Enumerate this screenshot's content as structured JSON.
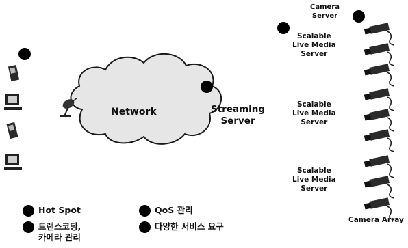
{
  "diagram": {
    "network_label": "Network",
    "streaming_server_label": "Streaming\nServer",
    "camera_server_label": "Camera\nServer",
    "scalable_server_labels": [
      "Scalable\nLive Media\nServer",
      "Scalable\nLive Media\nServer",
      "Scalable\nLive Media\nServer"
    ],
    "camera_array_label": "Camera Array"
  },
  "legend": [
    {
      "label": "Hot Spot"
    },
    {
      "label": "QoS 관리"
    },
    {
      "label": "트랜스코딩,\n카메라 관리"
    },
    {
      "label": "다양한 서비스 요구"
    }
  ],
  "colors": {
    "marker": "#000000",
    "cloud_fill": "#e6e6e6",
    "line": "#000000"
  },
  "icons": [
    "pda-icon",
    "pc-workstation-icon",
    "satellite-dish-icon",
    "video-camera-icon"
  ]
}
